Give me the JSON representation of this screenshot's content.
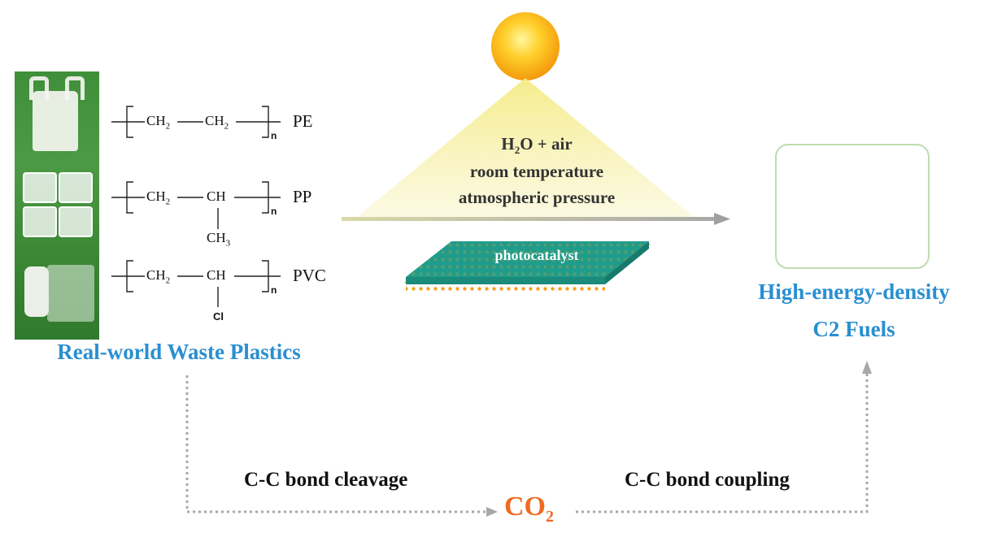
{
  "polymers": [
    {
      "segments": [
        "CH",
        "2",
        "CH",
        "2"
      ],
      "subscript": "n",
      "label": "PE",
      "side_group": ""
    },
    {
      "segments": [
        "CH",
        "2",
        "CH",
        ""
      ],
      "subscript": "n",
      "label": "PP",
      "side_group_base": "CH",
      "side_group_sub": "3"
    },
    {
      "segments": [
        "CH",
        "2",
        "CH",
        ""
      ],
      "subscript": "n",
      "label": "PVC",
      "side_group_base": "Cl",
      "side_group_sub": ""
    }
  ],
  "plastics_title": "Real-world Waste Plastics",
  "conditions": {
    "line1_a": "H",
    "line1_sub": "2",
    "line1_b": "O + air",
    "line2": "room temperature",
    "line3": "atmospheric pressure"
  },
  "catalyst_label": "photocatalyst",
  "product_title_line1": "High-energy-density",
  "product_title_line2": "C2 Fuels",
  "bottom": {
    "left_step": "C-C bond cleavage",
    "right_step": "C-C bond coupling",
    "intermediate_base": "CO",
    "intermediate_sub": "2"
  },
  "colors": {
    "title_blue": "#2a8fd1",
    "co2_orange": "#ef6a22",
    "arrow_gray": "#9a9a9a",
    "sun": "#f7a712",
    "catalyst_teal": "#1f9c8c",
    "catalyst_dots": "#f2a21a",
    "molecule_box_border": "#bfdcb1",
    "oxygen_red": "#d9261c",
    "carbon_dark": "#2b2b2b",
    "hydrogen_white": "#f2f2f2"
  }
}
